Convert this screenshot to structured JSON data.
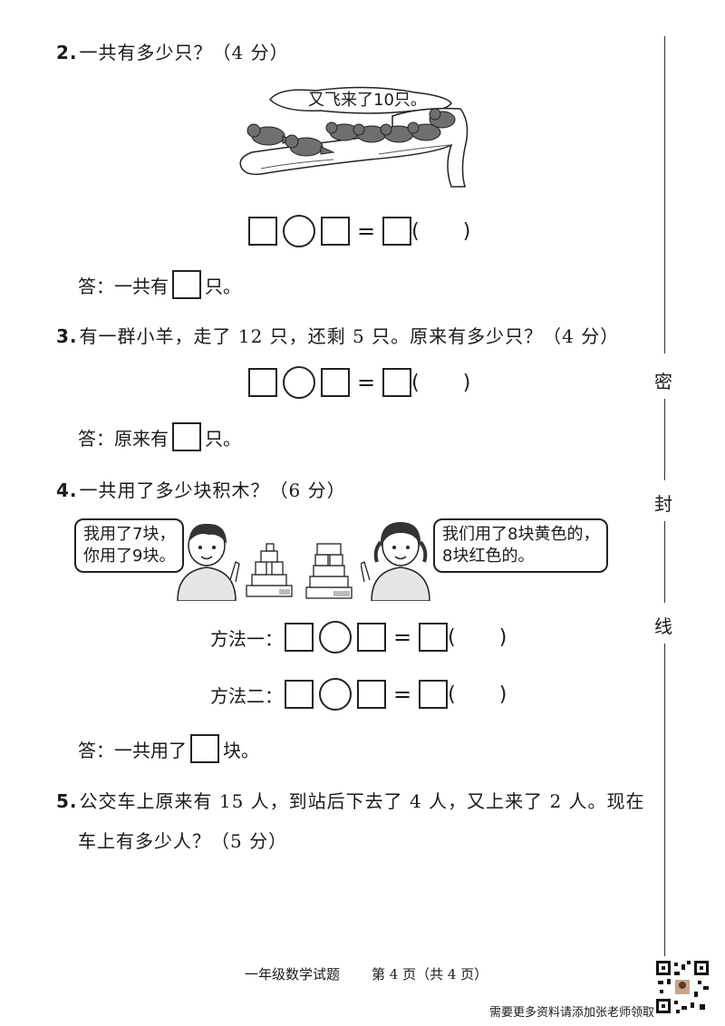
{
  "questions": {
    "q2": {
      "num": "2.",
      "text": "一共有多少只？（4 分）",
      "bubble": "又飞来了10只。",
      "answer_prefix": "答：一共有",
      "answer_suffix": "只。"
    },
    "q3": {
      "num": "3.",
      "text": "有一群小羊，走了 12 只，还剩 5 只。原来有多少只？（4 分）",
      "answer_prefix": "答：原来有",
      "answer_suffix": "只。"
    },
    "q4": {
      "num": "4.",
      "text": "一共用了多少块积木？（6 分）",
      "boy_bubble_line1": "我用了7块，",
      "boy_bubble_line2": "你用了9块。",
      "girl_bubble_line1": "我们用了8块黄色的，",
      "girl_bubble_line2": "8块红色的。",
      "method1": "方法一：",
      "method2": "方法二：",
      "answer_prefix": "答：一共用了",
      "answer_suffix": "块。"
    },
    "q5": {
      "num": "5.",
      "line1": "公交车上原来有 15 人，到站后下去了 4 人，又上来了 2 人。现在",
      "line2": "车上有多少人？（5 分）"
    }
  },
  "equation": {
    "equals": "=",
    "paren_open": "(",
    "paren_close": ")"
  },
  "seal": {
    "c1": "密",
    "c2": "封",
    "c3": "线"
  },
  "footer": {
    "title": "一年级数学试题",
    "page": "第 4 页（共 4 页）",
    "promo": "需要更多资料请添加张老师领取"
  }
}
